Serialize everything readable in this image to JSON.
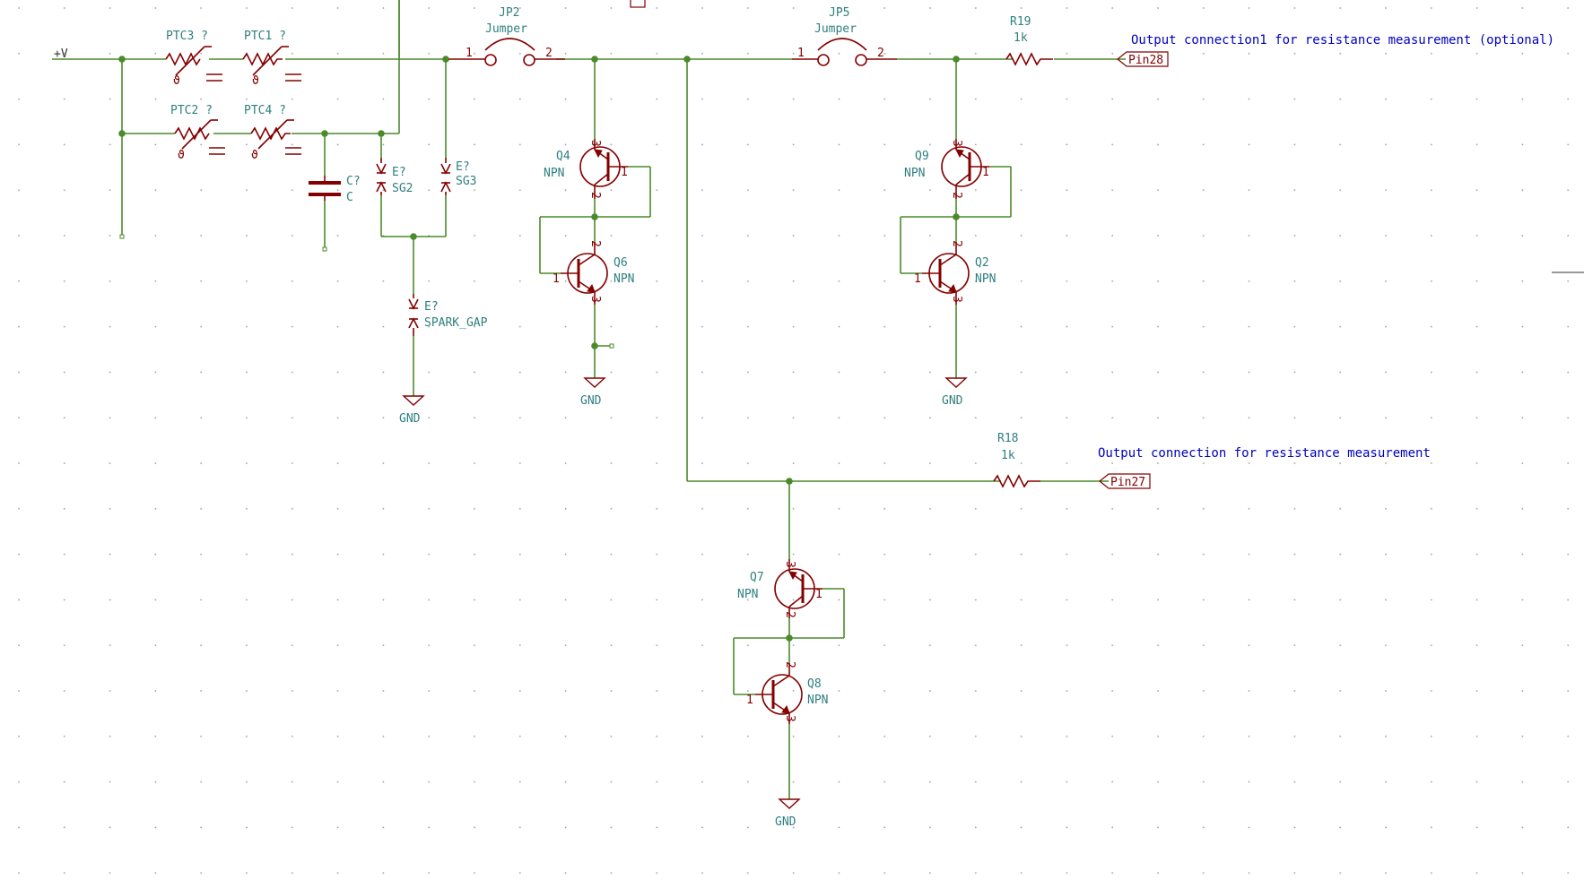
{
  "power": {
    "vplus": "+V"
  },
  "components": {
    "ptc3": "PTC3 ?",
    "ptc1": "PTC1 ?",
    "ptc2": "PTC2 ?",
    "ptc4": "PTC4 ?",
    "cap_ref": "C?",
    "cap_val": "C",
    "sg2_ref": "E?",
    "sg2_val": "SG2",
    "sg3_ref": "E?",
    "sg3_val": "SG3",
    "spark_ref": "E?",
    "spark_val": "SPARK_GAP",
    "jp2_ref": "JP2",
    "jp2_val": "Jumper",
    "jp5_ref": "JP5",
    "jp5_val": "Jumper",
    "r19_ref": "R19",
    "r19_val": "1k",
    "r18_ref": "R18",
    "r18_val": "1k",
    "q4": "Q4",
    "q6": "Q6",
    "q9": "Q9",
    "q2": "Q2",
    "q7": "Q7",
    "q8": "Q8",
    "npn": "NPN",
    "gnd": "GND"
  },
  "pins": {
    "one": "1",
    "two": "2",
    "three": "3"
  },
  "labels": {
    "pin28": "Pin28",
    "pin27": "Pin27",
    "out1": "Output connection1 for resistance measurement (optional)",
    "out2": "Output connection for resistance measurement"
  },
  "colors": {
    "wire": "#4a8a2a",
    "part": "#840000",
    "ref": "#2f7f80",
    "label": "#0000c0"
  }
}
